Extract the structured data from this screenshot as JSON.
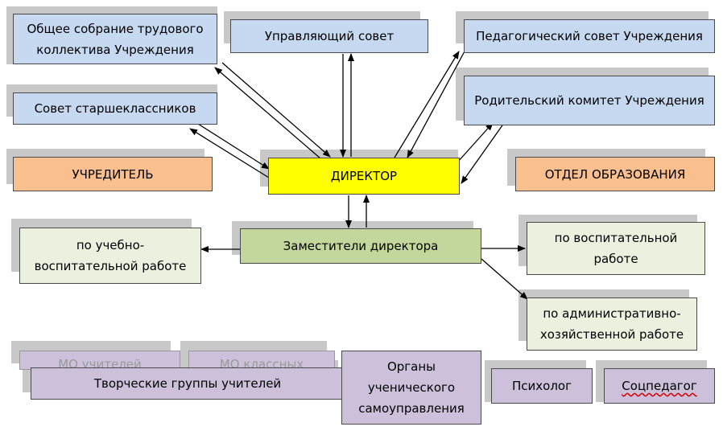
{
  "boxes": {
    "general_meeting": "Общее собрание трудового коллектива Учреждения",
    "managing_council": "Управляющий совет",
    "pedagogical_council": "Педагогический совет Учреждения",
    "senior_council": "Совет старшеклассников",
    "parent_committee": "Родительский комитет Учреждения",
    "founder": "УЧРЕДИТЕЛЬ",
    "director": "ДИРЕКТОР",
    "education_department": "ОТДЕЛ ОБРАЗОВАНИЯ",
    "deputies": "Заместители директора",
    "deputy_educational": "по учебно-воспитательной работе",
    "deputy_upbringing": "по воспитательной работе",
    "deputy_administrative": "по административно-хозяйственной работе",
    "mo_teachers": "МО учителей",
    "mo_class": "МО классных",
    "creative_groups": "Творческие группы учителей",
    "student_government": "Органы ученического самоуправления",
    "psychologist": "Психолог",
    "social_teacher": "Соцпедагог"
  },
  "colors": {
    "blue": "#c6d9f1",
    "orange": "#fabf8f",
    "yellow": "#ffff00",
    "green": "#c3d69b",
    "cream": "#ebf1de",
    "purple": "#ccc0da",
    "shadow": "#c8c8c8"
  }
}
